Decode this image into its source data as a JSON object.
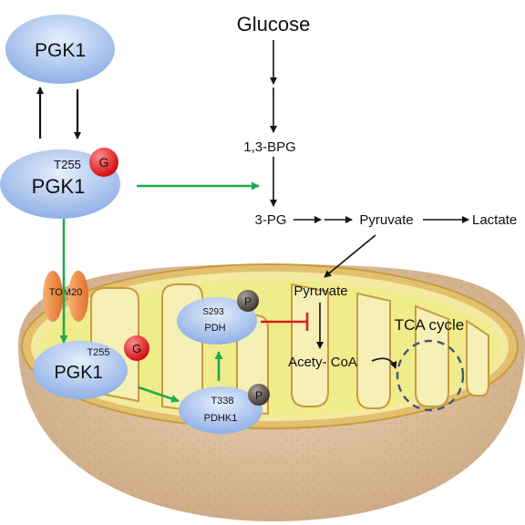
{
  "nodes": {
    "pgk1_top": "PGK1",
    "pgk1_mid": "PGK1",
    "pgk1_mid_site": "T255",
    "pgk1_mid_mod": "G",
    "pgk1_mito": "PGK1",
    "pgk1_mito_site": "T255",
    "pgk1_mito_mod": "G",
    "pdh": "PDH",
    "pdh_site": "S293",
    "pdh_mod": "P",
    "pdhk1": "PDHK1",
    "pdhk1_site": "T338",
    "pdhk1_mod": "P",
    "tom20": "TOM20"
  },
  "metabolites": {
    "glucose": "Glucose",
    "bpg": "1,3-BPG",
    "pg3": "3-PG",
    "pyruvate_cyto": "Pyruvate",
    "lactate": "Lactate",
    "pyruvate_mito": "Pyruvate",
    "acetyl_coa": "Acety- CoA",
    "tca": "TCA cycle"
  },
  "colors": {
    "node_fill": "#b8cdf0",
    "glyco_mod": "#e01818",
    "phospho_mod": "#5a5248",
    "green_arrow": "#22a84a",
    "inhibit": "#d42020",
    "tom20": "#f0883a",
    "matrix": "#f2ee9c",
    "outer_shell": "#d9b896"
  }
}
